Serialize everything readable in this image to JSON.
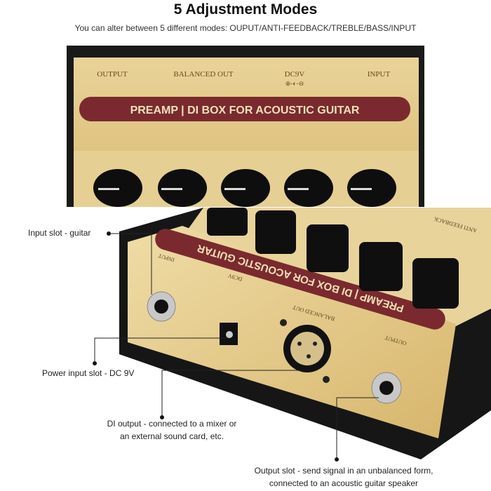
{
  "header": {
    "title": "5 Adjustment Modes",
    "subtitle": "You can alter between 5 different modes: OUPUT/ANTI-FEEDBACK/TREBLE/BASS/INPUT"
  },
  "top_panel": {
    "labels": [
      "OUTPUT",
      "BALANCED OUT",
      "DC9V",
      "INPUT"
    ],
    "banner": "PREAMP | DI BOX FOR ACOUSTIC GUITAR",
    "knob_count": 5
  },
  "lower_device": {
    "banner": "PREAMP | DI BOX FOR ACOUSTIC GUITAR",
    "labels": [
      "INPUT",
      "DC9V",
      "BALANCED OUT",
      "OUTPUT",
      "ANTI FEEDBACK"
    ]
  },
  "callouts": {
    "input": "Input slot - guitar",
    "power": "Power input slot - DC 9V",
    "di_line1": "DI output - connected to a mixer or",
    "di_line2": "an external sound card, etc.",
    "output_line1": "Output slot - send signal in an unbalanced form,",
    "output_line2": "connected to an acoustic guitar speaker"
  },
  "colors": {
    "gold": "#e2c886",
    "maroon": "#7a2a2e",
    "black": "#151515"
  }
}
